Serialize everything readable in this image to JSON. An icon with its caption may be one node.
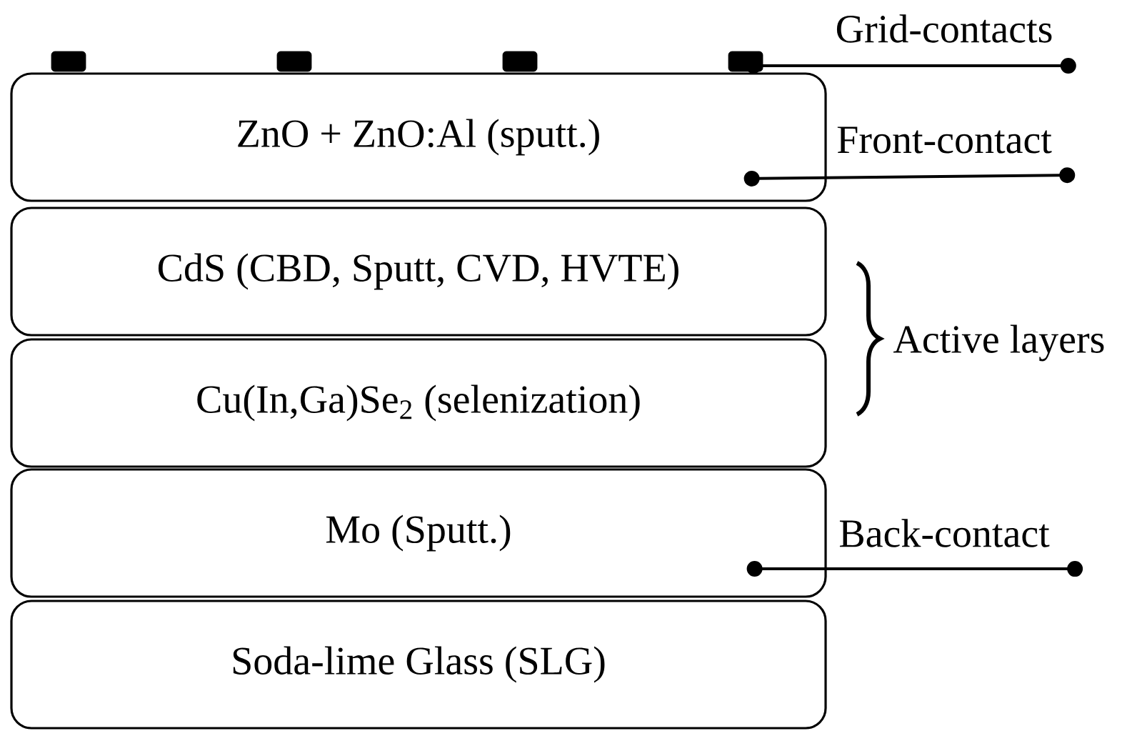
{
  "diagram": {
    "nodes": [
      {
        "text": [
          "ZnO + ZnO:Al (sputt.)"
        ]
      },
      {
        "text": [
          "CdS (CBD, Sputt, CVD, HVTE)"
        ]
      },
      {
        "text": [
          "Cu(In,Ga)Se$_{2}$ (selenization)"
        ]
      },
      {
        "text": [
          "Mo (Sputt.)"
        ]
      },
      {
        "text": [
          "Soda-lime Glass (SLG)"
        ]
      },
      {
        "text": [],
        "shape": "bar"
      },
      {
        "text": [],
        "shape": "bar"
      },
      {
        "text": [],
        "shape": "bar"
      },
      {
        "text": [],
        "shape": "bar"
      },
      {
        "text": [
          "Grid-contacts"
        ]
      },
      {
        "text": [
          "Front-contact"
        ]
      },
      {
        "text": [
          "Back-contact"
        ]
      }
    ],
    "edges": [
      {
        "from": 9,
        "to": 8,
        "arrow": "other"
      },
      {
        "from": 10,
        "to": 0,
        "arrow": "other"
      },
      {
        "from": 11,
        "to": 3,
        "arrow": "other"
      }
    ],
    "labels": [
      "Active layers"
    ]
  }
}
